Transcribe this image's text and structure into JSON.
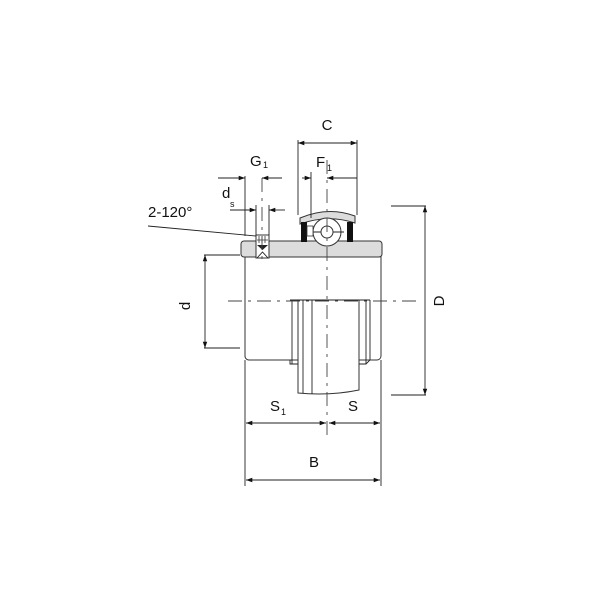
{
  "diagram": {
    "type": "technical-drawing",
    "subject": "insert bearing with set screws (cross-section)",
    "colors": {
      "line": "#222222",
      "ring_fill": "#dcdcdc",
      "seal_fill": "#111111",
      "background": "#ffffff"
    },
    "dimensions": {
      "C": "C",
      "F": "F",
      "F_sub": "1",
      "G": "G",
      "G_sub": "1",
      "ds": "d",
      "ds_sub": "s",
      "set_screw_note": "2-120°",
      "d": "d",
      "D": "D",
      "S1": "S",
      "S1_sub": "1",
      "S": "S",
      "B": "B"
    }
  }
}
